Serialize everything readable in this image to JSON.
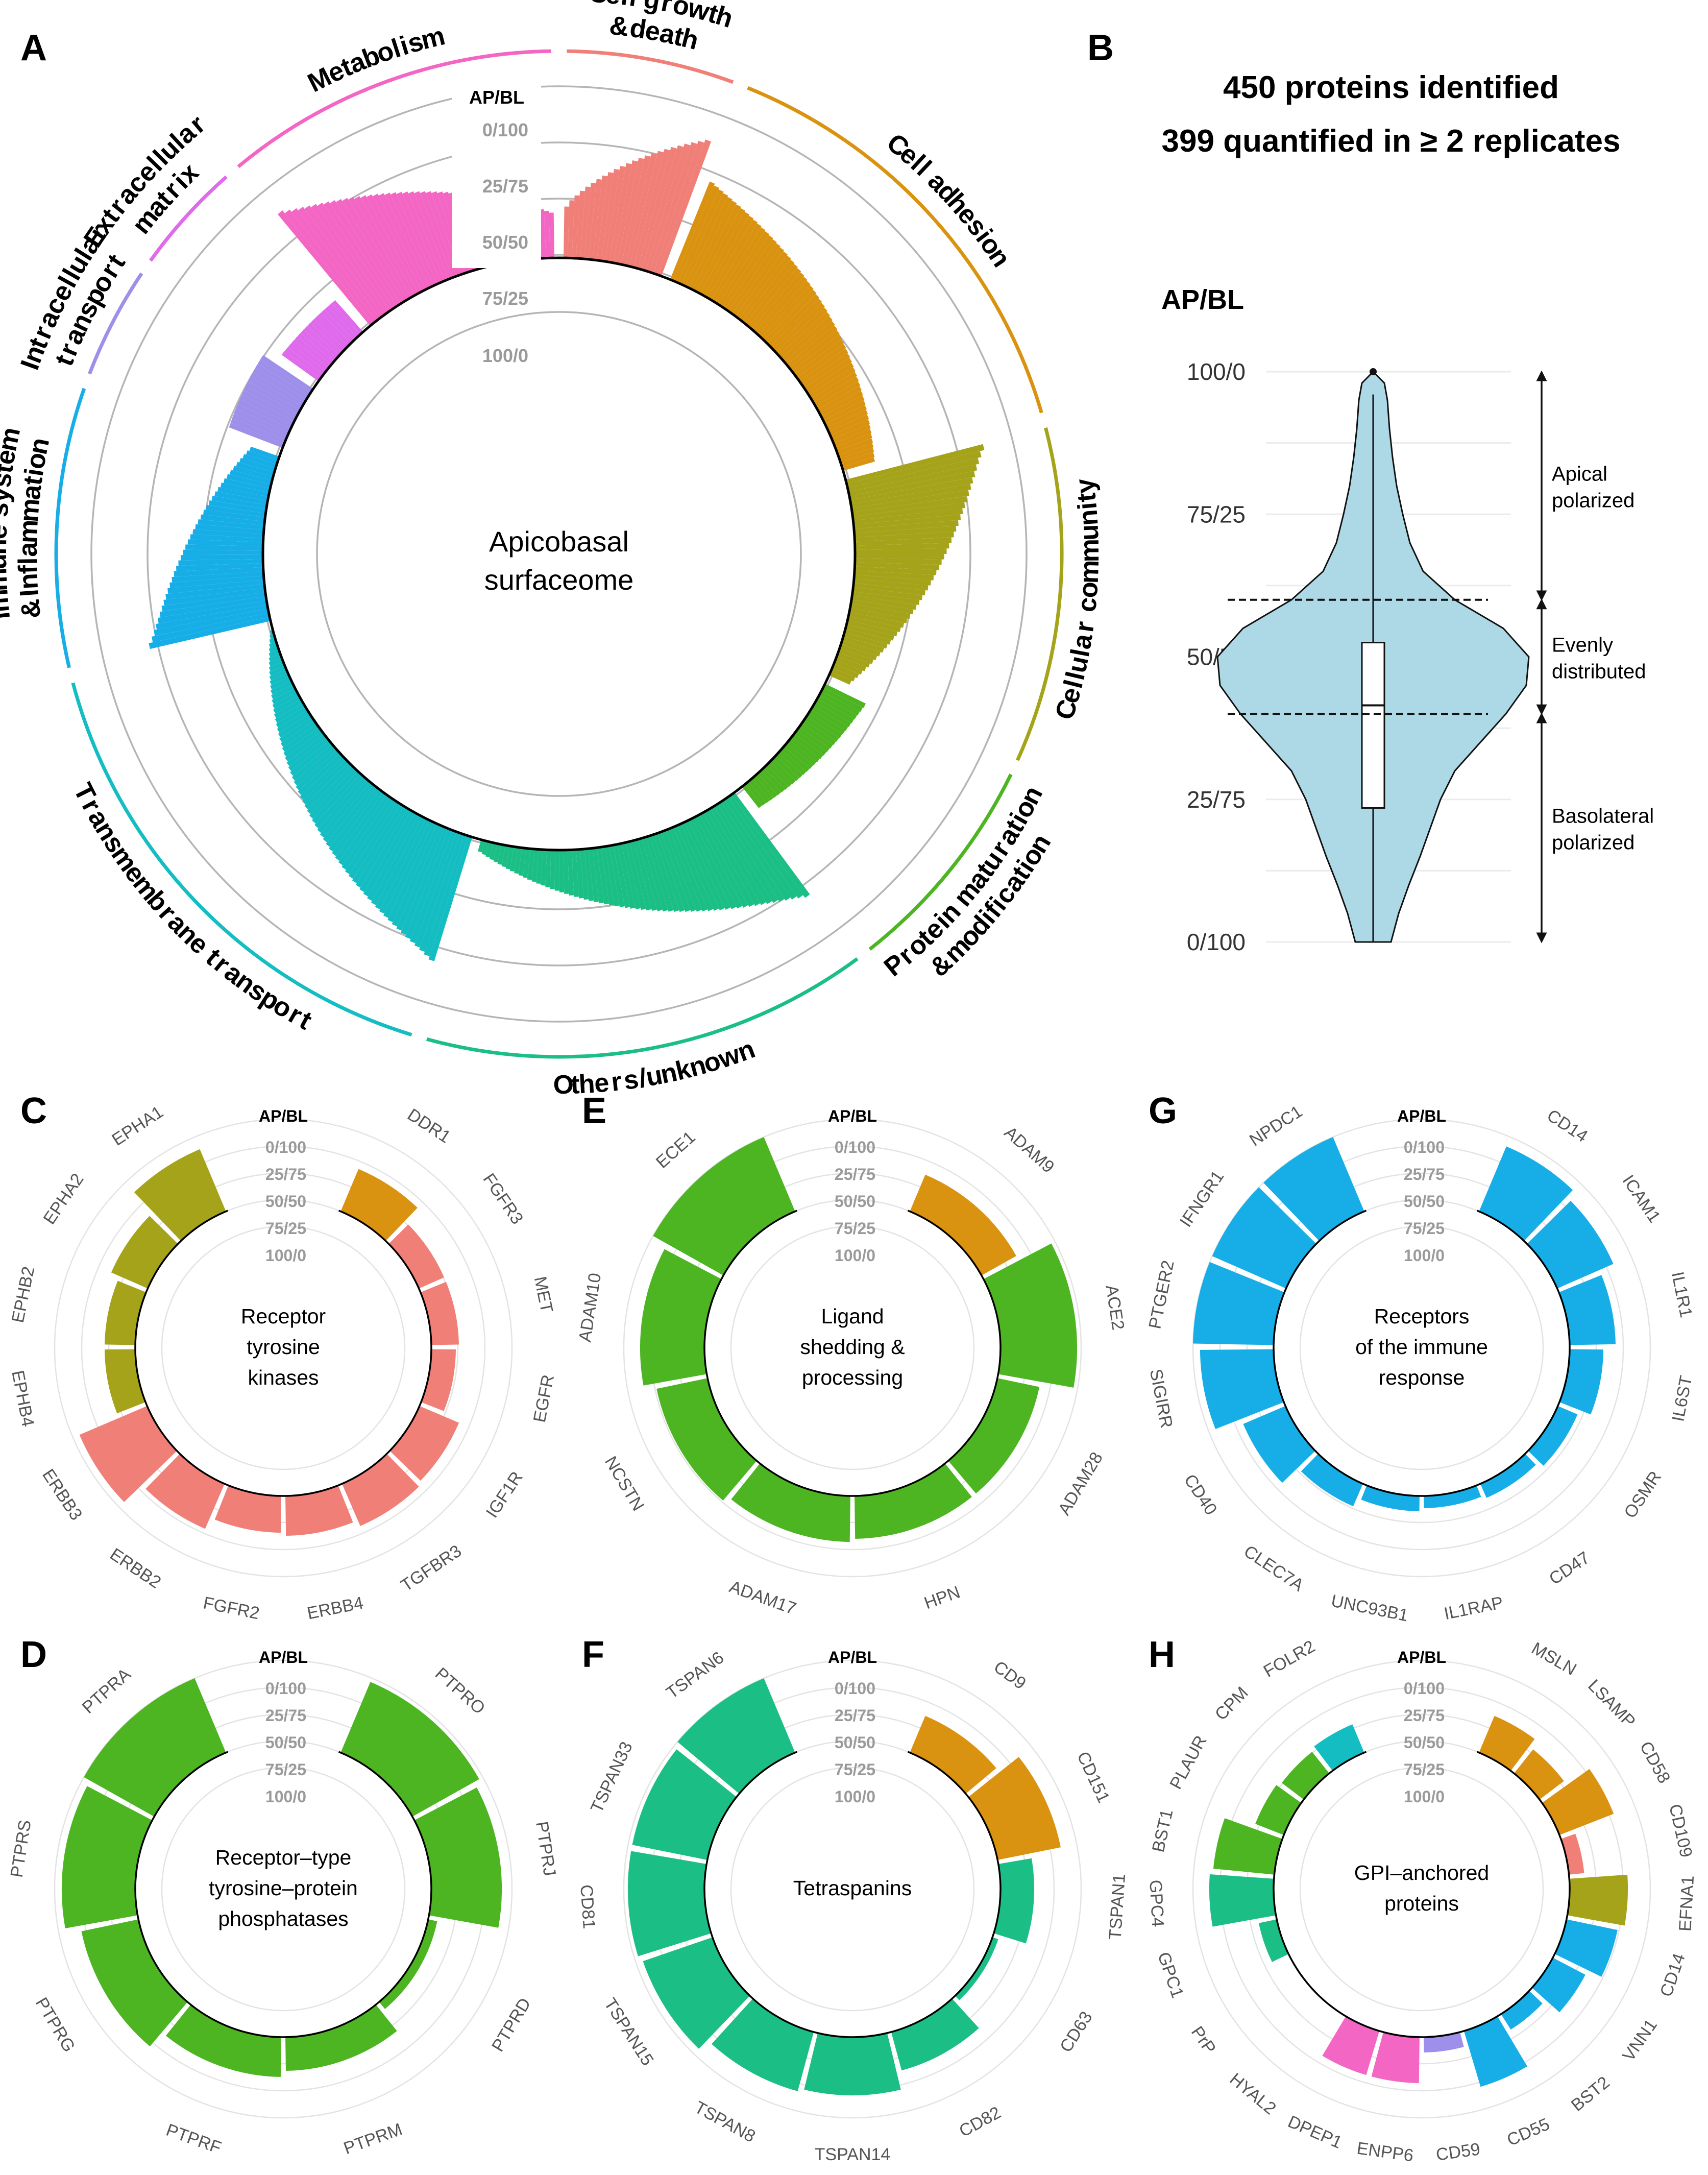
{
  "panels": {
    "A": "A",
    "B": "B",
    "C": "C",
    "D": "D",
    "E": "E",
    "F": "F",
    "G": "G",
    "H": "H"
  },
  "axis": {
    "title": "AP/BL",
    "ticks": [
      "0/100",
      "25/75",
      "50/50",
      "75/25",
      "100/0"
    ]
  },
  "colors": {
    "cell_growth": "#F07F78",
    "cell_adhesion": "#D99310",
    "cellular_community": "#A5A31A",
    "protein_maturation": "#4DB522",
    "others": "#1BBF85",
    "transmembrane": "#14BDC1",
    "immune": "#17AEE8",
    "intracellular": "#9D8FEA",
    "extracellular": "#E06AEC",
    "metabolism": "#F466C4",
    "violin_fill": "#ADD8E6"
  },
  "chart_data": [
    {
      "panel": "A",
      "type": "bar",
      "coordinate": "polar",
      "title": "Apicobasal surfaceome",
      "title_lines": [
        "Apicobasal",
        "surfaceome"
      ],
      "radial_axis": {
        "title": "AP/BL",
        "ticks": [
          "0/100",
          "25/75",
          "50/50",
          "75/25",
          "100/0"
        ],
        "range": [
          0,
          100
        ]
      },
      "categories": [
        {
          "name": "Cell growth & death",
          "lines": [
            "Cell growth",
            "& death"
          ],
          "color": "#F07F78",
          "n": 24,
          "start": 34,
          "end": 95
        },
        {
          "name": "Cell adhesion",
          "lines": [
            "Cell adhesion"
          ],
          "color": "#D99310",
          "n": 64,
          "start": 70,
          "end": 22
        },
        {
          "name": "Cellular community",
          "lines": [
            "Cellular community"
          ],
          "color": "#A5A31A",
          "n": 48,
          "start": 94,
          "end": 15
        },
        {
          "name": "Protein maturation & modification",
          "lines": [
            "Protein maturation",
            "& modification"
          ],
          "color": "#4DB522",
          "n": 32,
          "start": 30,
          "end": 18
        },
        {
          "name": "Others/unknown",
          "lines": [
            "Others/unknown"
          ],
          "color": "#1BBF85",
          "n": 64,
          "start": 84,
          "end": 8
        },
        {
          "name": "Transmembrane transport",
          "lines": [
            "Transmembrane transport"
          ],
          "color": "#14BDC1",
          "n": 72,
          "start": 86,
          "end": 2
        },
        {
          "name": "Immune system & Inflammation",
          "lines": [
            "Immune system",
            "& Inflammation"
          ],
          "color": "#17AEE8",
          "n": 40,
          "start": 82,
          "end": 20
        },
        {
          "name": "Intracellular transport",
          "lines": [
            "Intracellular",
            "transport"
          ],
          "color": "#9D8FEA",
          "n": 16,
          "start": 38,
          "end": 40
        },
        {
          "name": "Extracellular matrix",
          "lines": [
            "Extracellular",
            "matrix"
          ],
          "color": "#E06AEC",
          "n": 16,
          "start": 30,
          "end": 28
        },
        {
          "name": "Metabolism",
          "lines": [
            "Metabolism"
          ],
          "color": "#F466C4",
          "n": 48,
          "start": 96,
          "end": 30
        }
      ]
    },
    {
      "panel": "B",
      "type": "violin",
      "title_lines": [
        "450 proteins identified",
        "399 quantified in ≥ 2 replicates"
      ],
      "ylabel": "AP/BL",
      "yticks": [
        "0/100",
        "25/75",
        "50/50",
        "75/25",
        "100/0"
      ],
      "ylim": [
        0,
        100
      ],
      "box": {
        "q1": 23.5,
        "median": 41.5,
        "q3": 52.5,
        "whisker_low": 0,
        "whisker_high": 96,
        "outlier": 100
      },
      "thresholds": [
        40,
        60
      ],
      "regions": [
        {
          "lines": [
            "Apical",
            "polarized"
          ],
          "from": 60,
          "to": 100
        },
        {
          "lines": [
            "Evenly",
            "distributed"
          ],
          "from": 40,
          "to": 60
        },
        {
          "lines": [
            "Basolateral",
            "polarized"
          ],
          "from": 0,
          "to": 40
        }
      ]
    },
    {
      "panel": "C",
      "type": "bar",
      "coordinate": "polar",
      "title_lines": [
        "Receptor",
        "tyrosine",
        "kinases"
      ],
      "items": [
        {
          "label": "DDR1",
          "value": 30,
          "color": "#D99310"
        },
        {
          "label": "FGFR3",
          "value": 18,
          "color": "#F07F78"
        },
        {
          "label": "MET",
          "value": 18,
          "color": "#F07F78"
        },
        {
          "label": "EGFR",
          "value": 16,
          "color": "#F07F78"
        },
        {
          "label": "IGF1R",
          "value": 28,
          "color": "#F07F78"
        },
        {
          "label": "TGFBR3",
          "value": 30,
          "color": "#F07F78"
        },
        {
          "label": "ERBB4",
          "value": 26,
          "color": "#F07F78"
        },
        {
          "label": "FGFR2",
          "value": 24,
          "color": "#F07F78"
        },
        {
          "label": "ERBB2",
          "value": 32,
          "color": "#F07F78"
        },
        {
          "label": "ERBB3",
          "value": 48,
          "color": "#F07F78"
        },
        {
          "label": "EPHB4",
          "value": 20,
          "color": "#A5A31A"
        },
        {
          "label": "EPHB2",
          "value": 20,
          "color": "#A5A31A"
        },
        {
          "label": "EPHA2",
          "value": 26,
          "color": "#A5A31A"
        },
        {
          "label": "EPHA1",
          "value": 44,
          "color": "#A5A31A"
        }
      ]
    },
    {
      "panel": "D",
      "type": "bar",
      "coordinate": "polar",
      "title_lines": [
        "Receptor–type",
        "tyrosine–protein",
        "phosphatases"
      ],
      "items": [
        {
          "label": "PTPRO",
          "value": 50,
          "color": "#4DB522"
        },
        {
          "label": "PTPRJ",
          "value": 46,
          "color": "#4DB522"
        },
        {
          "label": "PTPRD",
          "value": 6,
          "color": "#4DB522"
        },
        {
          "label": "PTPRM",
          "value": 22,
          "color": "#4DB522"
        },
        {
          "label": "PTPRF",
          "value": 26,
          "color": "#4DB522"
        },
        {
          "label": "PTPRG",
          "value": 38,
          "color": "#4DB522"
        },
        {
          "label": "PTPRS",
          "value": 48,
          "color": "#4DB522"
        },
        {
          "label": "PTPRA",
          "value": 56,
          "color": "#4DB522"
        }
      ]
    },
    {
      "panel": "E",
      "type": "bar",
      "coordinate": "polar",
      "title_lines": [
        "Ligand",
        "shedding &",
        "processing"
      ],
      "items": [
        {
          "label": "ADAM9",
          "value": 26,
          "color": "#D99310"
        },
        {
          "label": "ACE2",
          "value": 50,
          "color": "#4DB522"
        },
        {
          "label": "ADAM28",
          "value": 28,
          "color": "#4DB522"
        },
        {
          "label": "HPN",
          "value": 28,
          "color": "#4DB522"
        },
        {
          "label": "ADAM17",
          "value": 30,
          "color": "#4DB522"
        },
        {
          "label": "NCSTN",
          "value": 34,
          "color": "#4DB522"
        },
        {
          "label": "ADAM10",
          "value": 42,
          "color": "#4DB522"
        },
        {
          "label": "ECE1",
          "value": 56,
          "color": "#4DB522"
        }
      ]
    },
    {
      "panel": "F",
      "type": "bar",
      "coordinate": "polar",
      "title_lines": [
        "Tetraspanins"
      ],
      "items": [
        {
          "label": "CD9",
          "value": 26,
          "color": "#D99310"
        },
        {
          "label": "CD151",
          "value": 42,
          "color": "#D99310"
        },
        {
          "label": "TSPAN1",
          "value": 22,
          "color": "#1BBF85"
        },
        {
          "label": "CD63",
          "value": 4,
          "color": "#1BBF85"
        },
        {
          "label": "CD82",
          "value": 26,
          "color": "#1BBF85"
        },
        {
          "label": "TSPAN14",
          "value": 38,
          "color": "#1BBF85"
        },
        {
          "label": "TSPAN8",
          "value": 40,
          "color": "#1BBF85"
        },
        {
          "label": "TSPAN15",
          "value": 48,
          "color": "#1BBF85"
        },
        {
          "label": "CD81",
          "value": 50,
          "color": "#1BBF85"
        },
        {
          "label": "TSPAN33",
          "value": 50,
          "color": "#1BBF85"
        },
        {
          "label": "TSPAN6",
          "value": 56,
          "color": "#1BBF85"
        }
      ]
    },
    {
      "panel": "G",
      "type": "bar",
      "coordinate": "polar",
      "title_lines": [
        "Receptors",
        "of the immune",
        "response"
      ],
      "items": [
        {
          "label": "CD14",
          "value": 46,
          "color": "#17AEE8"
        },
        {
          "label": "ICAM1",
          "value": 40,
          "color": "#17AEE8"
        },
        {
          "label": "IL1R1",
          "value": 30,
          "color": "#17AEE8"
        },
        {
          "label": "IL6ST",
          "value": 22,
          "color": "#17AEE8"
        },
        {
          "label": "OSMR",
          "value": 14,
          "color": "#17AEE8"
        },
        {
          "label": "CD47",
          "value": 10,
          "color": "#17AEE8"
        },
        {
          "label": "IL1RAP",
          "value": 8,
          "color": "#17AEE8"
        },
        {
          "label": "UNC93B1",
          "value": 10,
          "color": "#17AEE8"
        },
        {
          "label": "CLEC7A",
          "value": 16,
          "color": "#17AEE8"
        },
        {
          "label": "CD40",
          "value": 30,
          "color": "#17AEE8"
        },
        {
          "label": "SIGIRR",
          "value": 48,
          "color": "#17AEE8"
        },
        {
          "label": "PTGER2",
          "value": 62,
          "color": "#17AEE8"
        },
        {
          "label": "IFNGR1",
          "value": 66,
          "color": "#17AEE8"
        },
        {
          "label": "NPDC1",
          "value": 68,
          "color": "#17AEE8"
        }
      ]
    },
    {
      "panel": "H",
      "type": "bar",
      "coordinate": "polar",
      "title_lines": [
        "GPI–anchored",
        "proteins"
      ],
      "items": [
        {
          "label": "MSLN",
          "value": 26,
          "color": "#D99310"
        },
        {
          "label": "LSAMP",
          "value": 20,
          "color": "#D99310"
        },
        {
          "label": "CD58",
          "value": 38,
          "color": "#D99310"
        },
        {
          "label": "CD109",
          "value": 10,
          "color": "#F07F78"
        },
        {
          "label": "EFNA1",
          "value": 38,
          "color": "#A5A31A"
        },
        {
          "label": "CD14",
          "value": 34,
          "color": "#17AEE8"
        },
        {
          "label": "VNN1",
          "value": 24,
          "color": "#17AEE8"
        },
        {
          "label": "BST2",
          "value": 12,
          "color": "#17AEE8"
        },
        {
          "label": "CD55",
          "value": 38,
          "color": "#17AEE8"
        },
        {
          "label": "CD59",
          "value": 10,
          "color": "#9D8FEA"
        },
        {
          "label": "ENPP6",
          "value": 30,
          "color": "#F466C4"
        },
        {
          "label": "DPEP1",
          "value": 30,
          "color": "#F466C4"
        },
        {
          "label": "HYAL2",
          "value": 0,
          "color": "#1BBF85"
        },
        {
          "label": "PrP",
          "value": 0,
          "color": "#1BBF85"
        },
        {
          "label": "GPC1",
          "value": 12,
          "color": "#1BBF85"
        },
        {
          "label": "GPC4",
          "value": 42,
          "color": "#1BBF85"
        },
        {
          "label": "BST1",
          "value": 40,
          "color": "#4DB522"
        },
        {
          "label": "PLAUR",
          "value": 20,
          "color": "#4DB522"
        },
        {
          "label": "CPM",
          "value": 18,
          "color": "#4DB522"
        },
        {
          "label": "FOLR2",
          "value": 20,
          "color": "#14BDC1"
        }
      ]
    }
  ]
}
